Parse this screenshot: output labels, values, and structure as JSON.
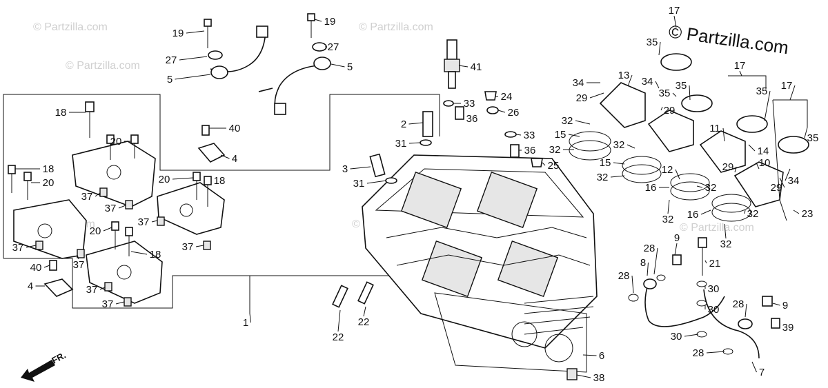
{
  "watermark": "© Partzilla.com",
  "brand_label": "© Partzilla.com",
  "front_label": "FR.",
  "callouts": [
    {
      "id": "c1",
      "text": "19"
    },
    {
      "id": "c2",
      "text": "27"
    },
    {
      "id": "c3",
      "text": "5"
    },
    {
      "id": "c4",
      "text": "19"
    },
    {
      "id": "c5",
      "text": "27"
    },
    {
      "id": "c6",
      "text": "5"
    },
    {
      "id": "c7",
      "text": "41"
    },
    {
      "id": "c8",
      "text": "18"
    },
    {
      "id": "c9",
      "text": "40"
    },
    {
      "id": "c10",
      "text": "4"
    },
    {
      "id": "c11",
      "text": "20"
    },
    {
      "id": "c12",
      "text": "18"
    },
    {
      "id": "c13",
      "text": "20"
    },
    {
      "id": "c14",
      "text": "20"
    },
    {
      "id": "c15",
      "text": "18"
    },
    {
      "id": "c16",
      "text": "37"
    },
    {
      "id": "c17",
      "text": "37"
    },
    {
      "id": "c18",
      "text": "37"
    },
    {
      "id": "c19",
      "text": "20"
    },
    {
      "id": "c20",
      "text": "37"
    },
    {
      "id": "c21",
      "text": "18"
    },
    {
      "id": "c22",
      "text": "37"
    },
    {
      "id": "c23",
      "text": "40"
    },
    {
      "id": "c24",
      "text": "4"
    },
    {
      "id": "c25",
      "text": "37"
    },
    {
      "id": "c26",
      "text": "37"
    },
    {
      "id": "c27",
      "text": "37"
    },
    {
      "id": "c28",
      "text": "33"
    },
    {
      "id": "c29",
      "text": "24"
    },
    {
      "id": "c30",
      "text": "2"
    },
    {
      "id": "c31",
      "text": "36"
    },
    {
      "id": "c32",
      "text": "26"
    },
    {
      "id": "c33",
      "text": "31"
    },
    {
      "id": "c34",
      "text": "33"
    },
    {
      "id": "c35",
      "text": "36"
    },
    {
      "id": "c36",
      "text": "3"
    },
    {
      "id": "c37",
      "text": "25"
    },
    {
      "id": "c38",
      "text": "31"
    },
    {
      "id": "c39",
      "text": "1"
    },
    {
      "id": "c40",
      "text": "22"
    },
    {
      "id": "c41",
      "text": "22"
    },
    {
      "id": "c42",
      "text": "6"
    },
    {
      "id": "c43",
      "text": "38"
    },
    {
      "id": "c44",
      "text": "17"
    },
    {
      "id": "c45",
      "text": "35"
    },
    {
      "id": "c46",
      "text": "35"
    },
    {
      "id": "c47",
      "text": "17"
    },
    {
      "id": "c48",
      "text": "35"
    },
    {
      "id": "c49",
      "text": "17"
    },
    {
      "id": "c50",
      "text": "35"
    },
    {
      "id": "c51",
      "text": "34"
    },
    {
      "id": "c52",
      "text": "29"
    },
    {
      "id": "c53",
      "text": "13"
    },
    {
      "id": "c54",
      "text": "34"
    },
    {
      "id": "c55",
      "text": "35"
    },
    {
      "id": "c56",
      "text": "29"
    },
    {
      "id": "c57",
      "text": "32"
    },
    {
      "id": "c58",
      "text": "15"
    },
    {
      "id": "c59",
      "text": "32"
    },
    {
      "id": "c60",
      "text": "32"
    },
    {
      "id": "c61",
      "text": "11"
    },
    {
      "id": "c62",
      "text": "14"
    },
    {
      "id": "c63",
      "text": "15"
    },
    {
      "id": "c64",
      "text": "10"
    },
    {
      "id": "c65",
      "text": "32"
    },
    {
      "id": "c66",
      "text": "12"
    },
    {
      "id": "c67",
      "text": "29"
    },
    {
      "id": "c68",
      "text": "29"
    },
    {
      "id": "c69",
      "text": "34"
    },
    {
      "id": "c70",
      "text": "16"
    },
    {
      "id": "c71",
      "text": "32"
    },
    {
      "id": "c72",
      "text": "16"
    },
    {
      "id": "c73",
      "text": "32"
    },
    {
      "id": "c74",
      "text": "32"
    },
    {
      "id": "c75",
      "text": "32"
    },
    {
      "id": "c76",
      "text": "23"
    },
    {
      "id": "c77",
      "text": "9"
    },
    {
      "id": "c78",
      "text": "28"
    },
    {
      "id": "c79",
      "text": "8"
    },
    {
      "id": "c80",
      "text": "21"
    },
    {
      "id": "c81",
      "text": "28"
    },
    {
      "id": "c82",
      "text": "30"
    },
    {
      "id": "c83",
      "text": "30"
    },
    {
      "id": "c84",
      "text": "28"
    },
    {
      "id": "c85",
      "text": "9"
    },
    {
      "id": "c86",
      "text": "39"
    },
    {
      "id": "c87",
      "text": "30"
    },
    {
      "id": "c88",
      "text": "28"
    },
    {
      "id": "c89",
      "text": "7"
    }
  ]
}
